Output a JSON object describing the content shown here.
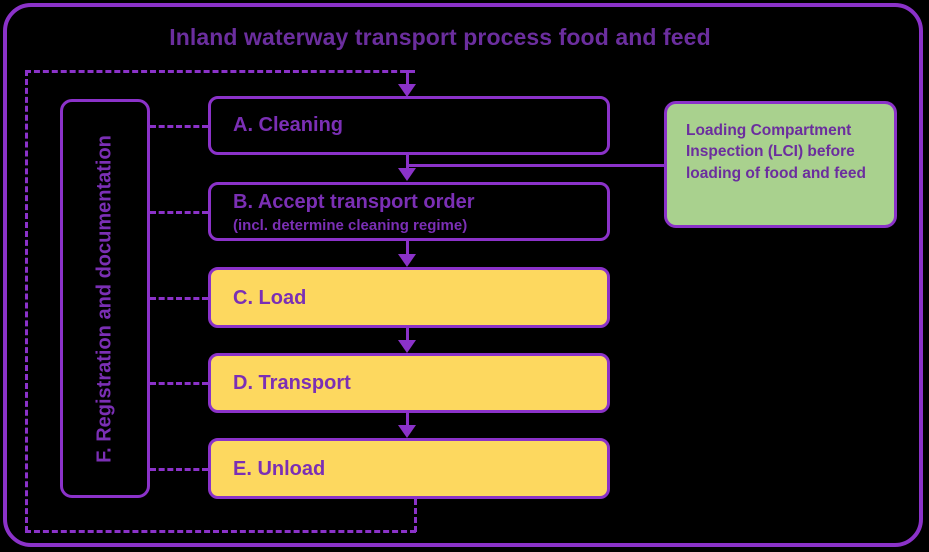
{
  "diagram": {
    "title": "Inland waterway transport process food and feed",
    "colors": {
      "accent_purple": "#8B32C9",
      "title_purple": "#6B2E9E",
      "text_purple": "#7B2FB5",
      "yellow_fill": "#FDD85F",
      "green_fill": "#A9D18E",
      "background": "#000000"
    },
    "steps": [
      {
        "id": "A",
        "label": "A. Cleaning",
        "sublabel": "",
        "fill": "none"
      },
      {
        "id": "B",
        "label": "B. Accept transport order",
        "sublabel": "(incl. determine cleaning regime)",
        "fill": "none"
      },
      {
        "id": "C",
        "label": "C. Load",
        "sublabel": "",
        "fill": "yellow"
      },
      {
        "id": "D",
        "label": "D. Transport",
        "sublabel": "",
        "fill": "yellow"
      },
      {
        "id": "E",
        "label": "E. Unload",
        "sublabel": "",
        "fill": "yellow"
      }
    ],
    "side_panel": {
      "id": "F",
      "label": "F. Registration and documentation"
    },
    "note": {
      "id": "LCI",
      "text": "Loading Compartment Inspection (LCI) before loading of food and feed"
    }
  }
}
